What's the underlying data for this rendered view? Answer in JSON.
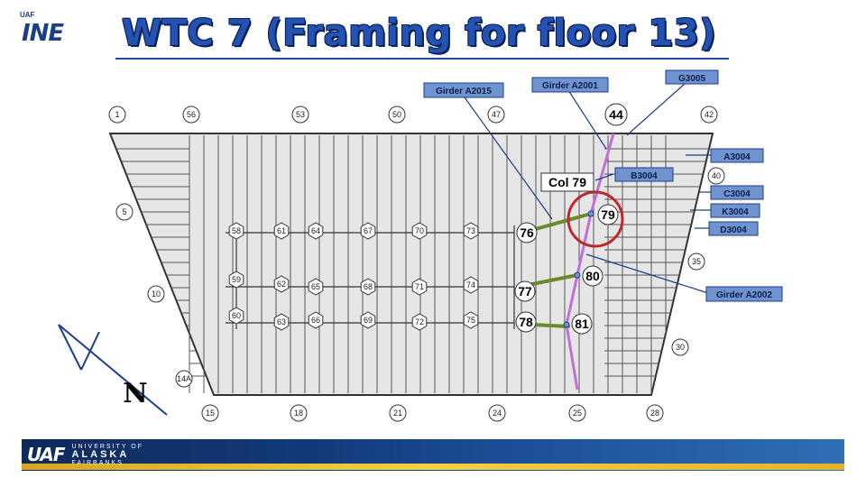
{
  "title": "WTC 7 (Framing for floor 13)",
  "logo_top": {
    "small": "UAF",
    "big": "INE"
  },
  "footer": {
    "mark": "UAF",
    "line1": "UNIVERSITY OF",
    "line2": "ALASKA",
    "line3": "FAIRBANKS"
  },
  "compass": {
    "label": "N"
  },
  "grid_labels_top": [
    "1",
    "56",
    "53",
    "50",
    "47",
    "44",
    "42"
  ],
  "grid_labels_bottom": [
    "15",
    "18",
    "21",
    "24",
    "25",
    "28"
  ],
  "grid_labels_left": [
    "5",
    "10",
    "14A"
  ],
  "grid_labels_right": [
    "40",
    "35",
    "30"
  ],
  "core_columns": [
    "58",
    "61",
    "64",
    "67",
    "70",
    "73",
    "59",
    "62",
    "65",
    "68",
    "71",
    "74",
    "60",
    "63",
    "66",
    "69",
    "72",
    "75"
  ],
  "key_columns": [
    "76",
    "77",
    "78",
    "79",
    "80",
    "81",
    "44"
  ],
  "callouts": {
    "girder_a2015": "Girder A2015",
    "girder_a2001": "Girder A2001",
    "g3005": "G3005",
    "a3004": "A3004",
    "b3004": "B3004",
    "c3004": "C3004",
    "k3004": "K3004",
    "d3004": "D3004",
    "girder_a2002": "Girder A2002",
    "col79": "Col 79"
  },
  "colors": {
    "title": "#2452b3",
    "callout_bg": "#6f93cf",
    "highlight_girder": "#c070d8",
    "green_beam": "#6b8a2e",
    "circle": "#c0282a",
    "floor_fill": "#e6e6e6"
  }
}
